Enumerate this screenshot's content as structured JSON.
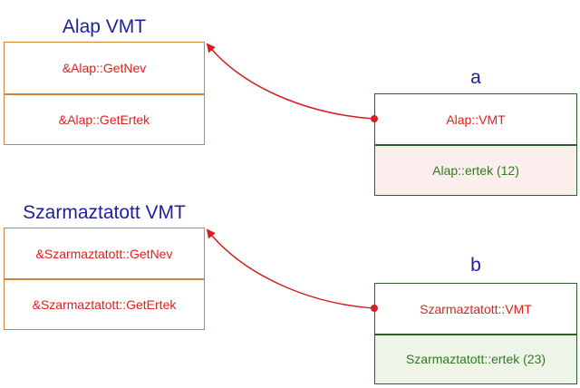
{
  "vmt_tables": [
    {
      "title": "Alap VMT",
      "entries": [
        "&Alap::GetNev",
        "&Alap::GetErtek"
      ]
    },
    {
      "title": "Szarmaztatott VMT",
      "entries": [
        "&Szarmaztatott::GetNev",
        "&Szarmaztatott::GetErtek"
      ]
    }
  ],
  "objects": [
    {
      "name": "a",
      "vmt_pointer": "Alap::VMT",
      "member": "Alap::ertek (12)",
      "member_bg": "#fdeeee"
    },
    {
      "name": "b",
      "vmt_pointer": "Szarmaztatott::VMT",
      "member": "Szarmaztatott::ertek (23)",
      "member_bg": "#eef5e8"
    }
  ],
  "colors": {
    "title": "#1f1f9e",
    "pointer_text": "#e0201c",
    "member_text": "#2f7a1f",
    "box_border": "#d2823c",
    "arrow": "#d42020"
  }
}
